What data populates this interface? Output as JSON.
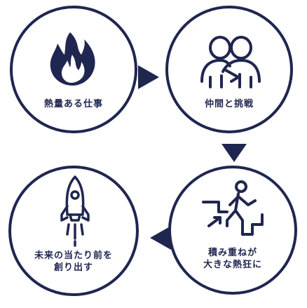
{
  "colors": {
    "navy": "#1f2650",
    "background": "#ffffff"
  },
  "steps": [
    {
      "icon": "flame-icon",
      "lines": [
        "熱量ある仕事"
      ]
    },
    {
      "icon": "people-icon",
      "lines": [
        "仲間と挑戦"
      ]
    },
    {
      "icon": "climbing-stairs-icon",
      "lines": [
        "積み重ねが",
        "大きな熱狂に"
      ]
    },
    {
      "icon": "rocket-icon",
      "lines": [
        "未来の当たり前を",
        "創り出す"
      ]
    }
  ]
}
